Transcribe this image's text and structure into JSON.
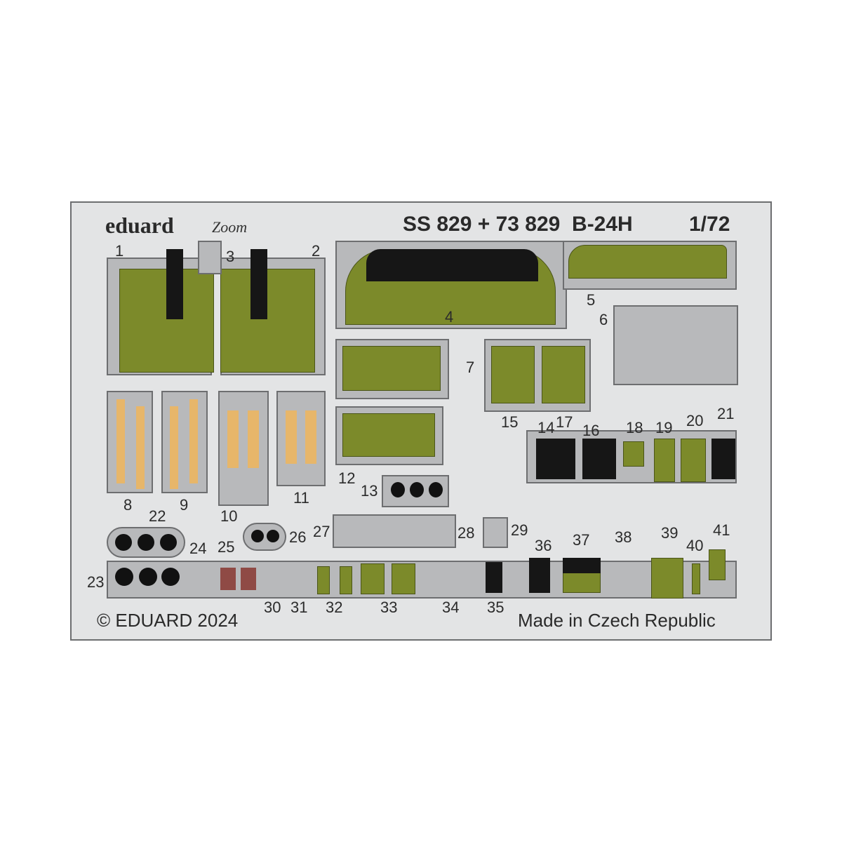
{
  "header": {
    "brand": "eduard",
    "brand_sub": "Zoom",
    "title": "SS 829 + 73 829  B-24H",
    "scale": "1/72"
  },
  "footer": {
    "copyright": "© EDUARD 2024",
    "origin": "Made in Czech Republic"
  },
  "colors": {
    "fret": "#e3e4e5",
    "metal": "#b8b9bb",
    "olive": "#7c8a2a",
    "black": "#161616",
    "tan": "#e7b66a",
    "red": "#d42a2a",
    "brown": "#8f4a45"
  },
  "part_labels": {
    "p1": "1",
    "p2": "2",
    "p3": "3",
    "p4": "4",
    "p5": "5",
    "p6": "6",
    "p7": "7",
    "p8": "8",
    "p9": "9",
    "p10": "10",
    "p11": "11",
    "p12": "12",
    "p13": "13",
    "p14": "14",
    "p15": "15",
    "p16": "16",
    "p17": "17",
    "p18": "18",
    "p19": "19",
    "p20": "20",
    "p21": "21",
    "p22": "22",
    "p23": "23",
    "p24": "24",
    "p25": "25",
    "p26": "26",
    "p27": "27",
    "p28": "28",
    "p29": "29",
    "p30": "30",
    "p31": "31",
    "p32": "32",
    "p33": "33",
    "p34": "34",
    "p35": "35",
    "p36": "36",
    "p37": "37",
    "p38": "38",
    "p39": "39",
    "p40": "40",
    "p41": "41"
  }
}
